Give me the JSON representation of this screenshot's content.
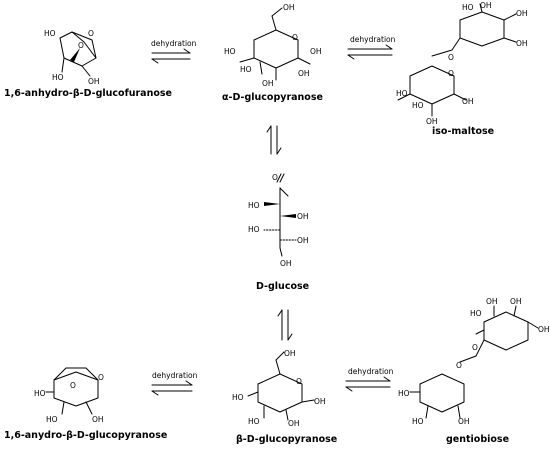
{
  "compounds": {
    "anhydro_furanose": "1,6-anhydro-β-D-glucofuranose",
    "alpha_glucopyranose": "α-D-glucopyranose",
    "iso_maltose": "iso-maltose",
    "d_glucose": "D-glucose",
    "anhydro_pyranose": "1,6-anydro-β-D-glucopyranose",
    "beta_glucopyranose": "β-D-glucopyranose",
    "gentiobiose": "gentiobiose"
  },
  "arrows": {
    "top_left": "dehydration",
    "top_right": "dehydration",
    "bottom_left": "dehydration",
    "bottom_right": "dehydration"
  },
  "atoms": {
    "ho": "HO",
    "oh": "OH",
    "o": "O"
  }
}
